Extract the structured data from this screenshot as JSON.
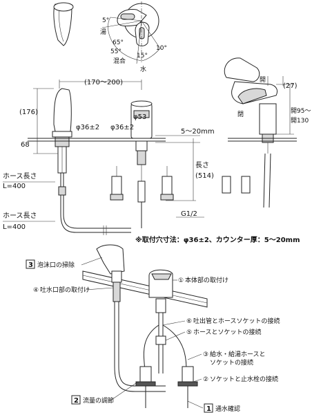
{
  "top_handle": {
    "label_hot": "湯",
    "label_mix": "混合",
    "label_water": "水",
    "angle_5": "5°",
    "angle_65": "65°",
    "angle_55": "55°",
    "angle_15": "15°",
    "angle_10": "10°"
  },
  "front_view": {
    "dim_span": "(170～200)",
    "dim_height": "(176)",
    "dim_phi53": "φ53",
    "dim_phi36_left": "φ36±2",
    "dim_phi36_right": "φ36±2",
    "dim_68": "68",
    "dim_thickness": "5～20mm",
    "dim_length_label": "長さ",
    "dim_length_value": "(514)",
    "hose_label_1": "ホース長さ",
    "hose_value_1": "L=400",
    "hose_label_2": "ホース長さ",
    "hose_value_2": "L=400",
    "thread": "G1/2"
  },
  "side_view": {
    "dim_27": "(27)",
    "label_open_top": "開",
    "label_closed": "閉",
    "label_open_range": "開95～",
    "label_open_range2": "開130"
  },
  "note": "※取付穴寸法：φ36±2、カウンター厚：5～20mm",
  "steps": {
    "s3": {
      "num": "3",
      "label": "泡沫口の掃除"
    },
    "s4": {
      "num": "④",
      "label": "吐水口部の取付け"
    },
    "s1c": {
      "num": "①",
      "label": "本体部の取付け"
    },
    "s6": {
      "num": "⑥",
      "label": "吐出管とホースソケットの接続"
    },
    "s5": {
      "num": "⑤",
      "label": "ホースとソケットの接続"
    },
    "s3c": {
      "num": "③",
      "label": "給水・給湯ホースと"
    },
    "s3c2": {
      "label": "ソケットの接続"
    },
    "s2c": {
      "num": "②",
      "label": "ソケットと止水栓の接続"
    },
    "s2": {
      "num": "2",
      "label": "流量の調節"
    },
    "s1": {
      "num": "1",
      "label": "通水確認"
    }
  }
}
